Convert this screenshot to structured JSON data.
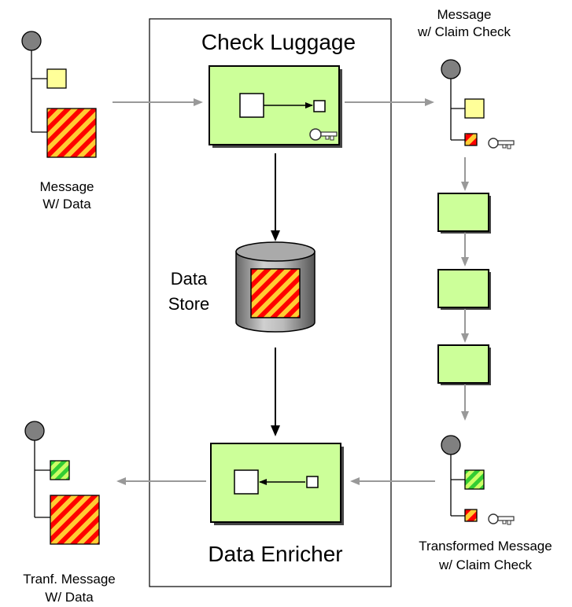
{
  "colors": {
    "filter_fill": "#ccff99",
    "header_fill": "#ffff99",
    "stripe_red": "#ff0000",
    "stripe_yellow": "#ffcc33",
    "stripe_green": "#33cc33",
    "stripe_lightgreen": "#ccff66",
    "arrow_gray": "#999999",
    "root_gray": "#808080"
  },
  "labels": {
    "check_luggage": "Check Luggage",
    "data_enricher": "Data Enricher",
    "data_store_line1": "Data",
    "data_store_line2": "Store",
    "msg_data_line1": "Message",
    "msg_data_line2": "W/ Data",
    "msg_claim_line1": "Message",
    "msg_claim_line2": "w/ Claim Check",
    "transformed_line1": "Transformed Message",
    "transformed_line2": "w/ Claim Check",
    "tranf_line1": "Tranf. Message",
    "tranf_line2": "W/ Data"
  },
  "icons": [
    "message-tree-icon",
    "claim-key-icon",
    "database-icon",
    "filter-box-icon",
    "arrow-icon"
  ]
}
